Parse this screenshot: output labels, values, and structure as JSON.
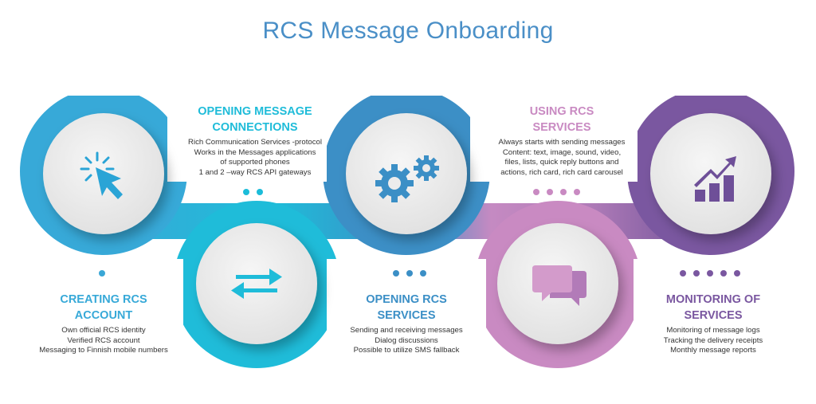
{
  "title": "RCS Message Onboarding",
  "colors": {
    "title": "#4a8fc7",
    "step1": "#3aa7d6",
    "step2": "#1bbcd9",
    "step3": "#3b8fc6",
    "step4": "#c98ac2",
    "step5": "#7a57a0",
    "circle": "#ececec"
  },
  "steps": [
    {
      "title": [
        "CREATING RCS",
        "ACCOUNT"
      ],
      "description": [
        "Own official RCS identity",
        "Verified RCS account",
        "Messaging to Finnish mobile numbers"
      ],
      "icon": "cursor-click-icon",
      "dots": 1
    },
    {
      "title": [
        "OPENING MESSAGE",
        "CONNECTIONS"
      ],
      "description": [
        "Rich Communication Services -protocol",
        "Works in the Messages applications",
        "of supported phones",
        "1 and 2 –way RCS API gateways"
      ],
      "icon": "exchange-arrows-icon",
      "dots": 2
    },
    {
      "title": [
        "OPENING RCS",
        "SERVICES"
      ],
      "description": [
        "Sending and receiving messages",
        "Dialog discussions",
        "Possible to utilize SMS fallback"
      ],
      "icon": "gears-icon",
      "dots": 3
    },
    {
      "title": [
        "USING RCS",
        "SERVICES"
      ],
      "description": [
        "Always starts with sending messages",
        "Content: text, image, sound, video,",
        "files, lists, quick reply buttons and",
        "actions, rich card, rich card carousel"
      ],
      "icon": "chat-bubbles-icon",
      "dots": 4
    },
    {
      "title": [
        "MONITORING OF",
        "SERVICES"
      ],
      "description": [
        "Monitoring of message logs",
        "Tracking the delivery receipts",
        "Monthly message reports"
      ],
      "icon": "growth-chart-icon",
      "dots": 5
    }
  ]
}
